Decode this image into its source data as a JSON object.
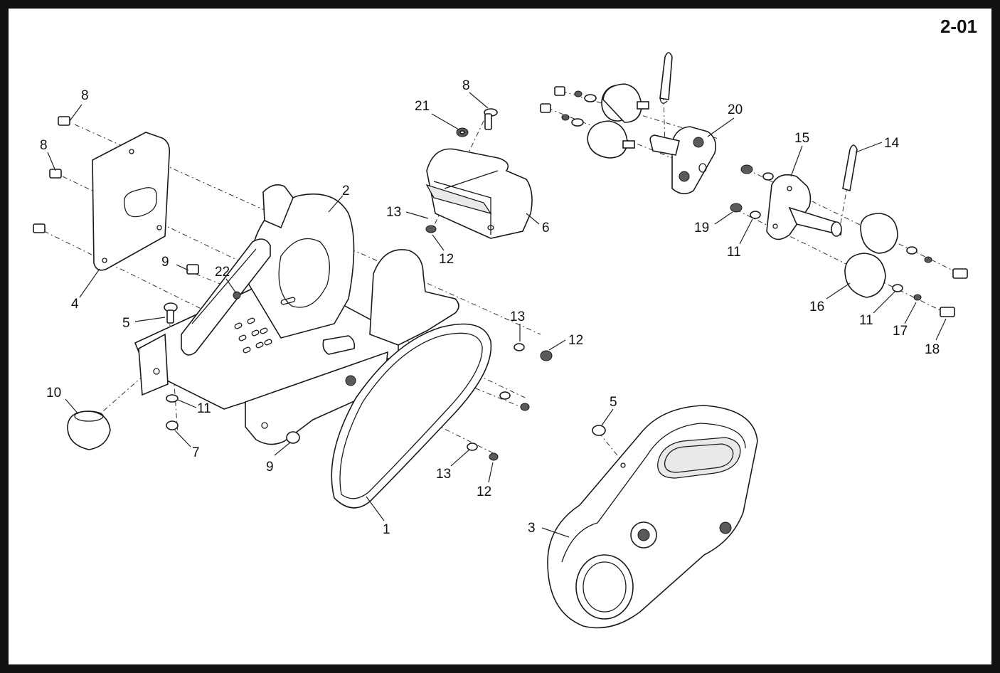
{
  "diagram": {
    "page_number": "2-01",
    "callouts": [
      {
        "label": "8"
      },
      {
        "label": "8"
      },
      {
        "label": "4"
      },
      {
        "label": "9"
      },
      {
        "label": "22"
      },
      {
        "label": "2"
      },
      {
        "label": "5"
      },
      {
        "label": "10"
      },
      {
        "label": "11"
      },
      {
        "label": "7"
      },
      {
        "label": "9"
      },
      {
        "label": "1"
      },
      {
        "label": "21"
      },
      {
        "label": "8"
      },
      {
        "label": "13"
      },
      {
        "label": "12"
      },
      {
        "label": "6"
      },
      {
        "label": "13"
      },
      {
        "label": "12"
      },
      {
        "label": "13"
      },
      {
        "label": "12"
      },
      {
        "label": "20"
      },
      {
        "label": "15"
      },
      {
        "label": "14"
      },
      {
        "label": "19"
      },
      {
        "label": "11"
      },
      {
        "label": "16"
      },
      {
        "label": "11"
      },
      {
        "label": "17"
      },
      {
        "label": "18"
      },
      {
        "label": "5"
      },
      {
        "label": "3"
      }
    ]
  }
}
